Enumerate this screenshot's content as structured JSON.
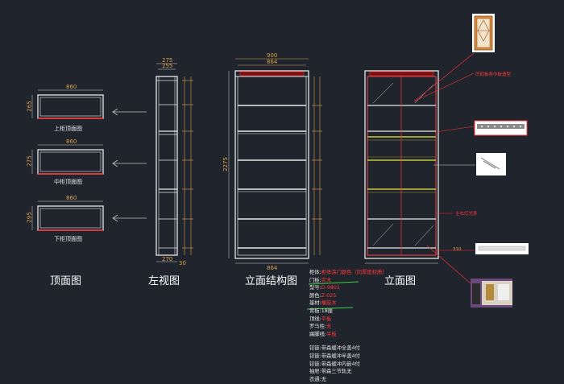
{
  "views": {
    "top_view_label": "顶面图",
    "left_view_label": "左视图",
    "structure_view_label": "立面结构图",
    "elevation_label": "立面图"
  },
  "top_views": {
    "upper_label": "上柜顶面图",
    "middle_label": "中柜顶面图",
    "lower_label": "下柜顶面图",
    "width_dim": "860",
    "upper_depth": "265",
    "middle_depth": "275",
    "lower_depth": "295"
  },
  "left_view": {
    "top_dim_1": "275",
    "top_dim_2": "255",
    "bottom_dim": "270",
    "bottom_dim_2": "30"
  },
  "structure": {
    "top_dim_1": "900",
    "top_dim_2": "864",
    "height_dim": "2275",
    "bottom_dim": "864"
  },
  "annotations": {
    "crown": "凹封板条中板造型",
    "led": "主右灯光条",
    "base": "310"
  },
  "specs": [
    {
      "key": "柜体:",
      "value": "柜体涂门颜色（同厚度材质）",
      "valueColor": "red"
    },
    {
      "key": "门板:",
      "value": "实木",
      "valueColor": "red"
    },
    {
      "key": "型号:",
      "value": "D-9801",
      "valueColor": "red"
    },
    {
      "key": "颜色:",
      "value": "Z-025",
      "valueColor": "red"
    },
    {
      "key": "基材:",
      "value": "橡胶木",
      "valueColor": "red"
    },
    {
      "key": "背板:",
      "value": "18厘",
      "valueColor": "white"
    },
    {
      "key": "顶线:",
      "value": "平板",
      "valueColor": "red"
    },
    {
      "key": "罗马柱:",
      "value": "无",
      "valueColor": "red"
    },
    {
      "key": "踢脚线:",
      "value": "平板",
      "valueColor": "red"
    }
  ],
  "hardware": [
    {
      "key": "铰链:",
      "value": "带森缓冲全盖4付"
    },
    {
      "key": "铰链:",
      "value": "带森缓冲半盖4付"
    },
    {
      "key": "铰链:",
      "value": "带森缓冲内嵌4付"
    },
    {
      "key": "抽屉:",
      "value": "带森三节轨无"
    },
    {
      "key": "衣通:",
      "value": "无"
    }
  ]
}
